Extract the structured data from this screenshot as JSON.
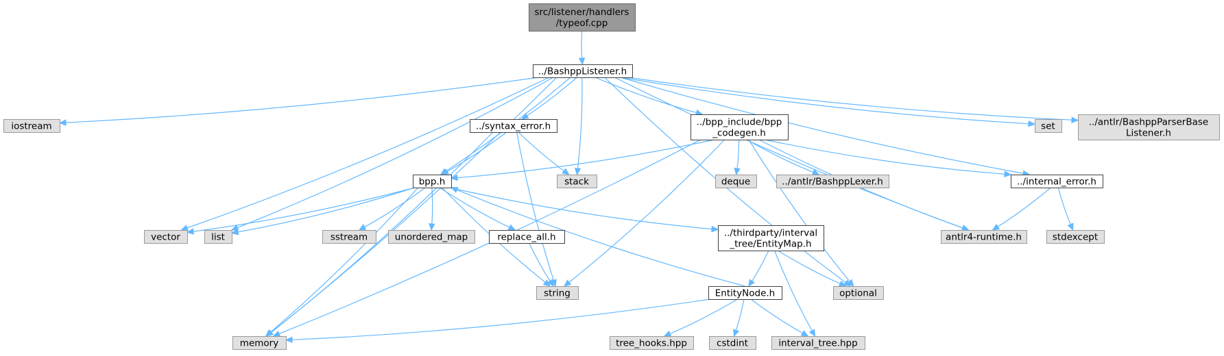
{
  "colors": {
    "edge": "#63b8ff",
    "root_fill": "#999999",
    "root_stroke": "#666666",
    "doc_fill": "#ffffff",
    "doc_stroke": "#404040",
    "ext_fill": "#e0e0e0",
    "ext_stroke": "#999999"
  },
  "nodes": [
    {
      "id": "typeof",
      "lines": [
        "src/listener/handlers",
        "/typeof.cpp"
      ],
      "kind": "root"
    },
    {
      "id": "listener",
      "lines": [
        "../BashppListener.h"
      ],
      "kind": "doc"
    },
    {
      "id": "iostream",
      "lines": [
        "iostream"
      ],
      "kind": "ext"
    },
    {
      "id": "syntax_error",
      "lines": [
        "../syntax_error.h"
      ],
      "kind": "doc"
    },
    {
      "id": "codegen",
      "lines": [
        "../bpp_include/bpp",
        "_codegen.h"
      ],
      "kind": "doc"
    },
    {
      "id": "set",
      "lines": [
        "set"
      ],
      "kind": "ext"
    },
    {
      "id": "parserbase",
      "lines": [
        "../antlr/BashppParserBase",
        "Listener.h"
      ],
      "kind": "ext"
    },
    {
      "id": "bpp",
      "lines": [
        "bpp.h"
      ],
      "kind": "doc"
    },
    {
      "id": "stack",
      "lines": [
        "stack"
      ],
      "kind": "ext"
    },
    {
      "id": "deque",
      "lines": [
        "deque"
      ],
      "kind": "ext"
    },
    {
      "id": "lexer",
      "lines": [
        "../antlr/BashppLexer.h"
      ],
      "kind": "ext"
    },
    {
      "id": "internal_error",
      "lines": [
        "../internal_error.h"
      ],
      "kind": "doc"
    },
    {
      "id": "vector",
      "lines": [
        "vector"
      ],
      "kind": "ext"
    },
    {
      "id": "list",
      "lines": [
        "list"
      ],
      "kind": "ext"
    },
    {
      "id": "sstream",
      "lines": [
        "sstream"
      ],
      "kind": "ext"
    },
    {
      "id": "unordered_map",
      "lines": [
        "unordered_map"
      ],
      "kind": "ext"
    },
    {
      "id": "replace_all",
      "lines": [
        "replace_all.h"
      ],
      "kind": "doc"
    },
    {
      "id": "entitymap",
      "lines": [
        "../thirdparty/interval",
        "_tree/EntityMap.h"
      ],
      "kind": "doc"
    },
    {
      "id": "antlr4",
      "lines": [
        "antlr4-runtime.h"
      ],
      "kind": "ext"
    },
    {
      "id": "stdexcept",
      "lines": [
        "stdexcept"
      ],
      "kind": "ext"
    },
    {
      "id": "string",
      "lines": [
        "string"
      ],
      "kind": "ext"
    },
    {
      "id": "optional",
      "lines": [
        "optional"
      ],
      "kind": "ext"
    },
    {
      "id": "entitynode",
      "lines": [
        "EntityNode.h"
      ],
      "kind": "doc"
    },
    {
      "id": "memory",
      "lines": [
        "memory"
      ],
      "kind": "ext"
    },
    {
      "id": "tree_hooks",
      "lines": [
        "tree_hooks.hpp"
      ],
      "kind": "ext"
    },
    {
      "id": "cstdint",
      "lines": [
        "cstdint"
      ],
      "kind": "ext"
    },
    {
      "id": "interval_tree",
      "lines": [
        "interval_tree.hpp"
      ],
      "kind": "ext"
    }
  ],
  "edges": [
    [
      "typeof",
      "listener"
    ],
    [
      "listener",
      "iostream"
    ],
    [
      "listener",
      "memory"
    ],
    [
      "listener",
      "vector"
    ],
    [
      "listener",
      "list"
    ],
    [
      "listener",
      "bpp"
    ],
    [
      "listener",
      "syntax_error"
    ],
    [
      "listener",
      "stack"
    ],
    [
      "listener",
      "optional"
    ],
    [
      "listener",
      "codegen"
    ],
    [
      "listener",
      "antlr4"
    ],
    [
      "listener",
      "internal_error"
    ],
    [
      "listener",
      "set"
    ],
    [
      "listener",
      "parserbase"
    ],
    [
      "syntax_error",
      "memory"
    ],
    [
      "syntax_error",
      "bpp"
    ],
    [
      "syntax_error",
      "stack"
    ],
    [
      "syntax_error",
      "string"
    ],
    [
      "codegen",
      "bpp"
    ],
    [
      "codegen",
      "string"
    ],
    [
      "codegen",
      "memory"
    ],
    [
      "codegen",
      "deque"
    ],
    [
      "codegen",
      "lexer"
    ],
    [
      "codegen",
      "optional"
    ],
    [
      "codegen",
      "antlr4"
    ],
    [
      "codegen",
      "internal_error"
    ],
    [
      "internal_error",
      "antlr4"
    ],
    [
      "internal_error",
      "stdexcept"
    ],
    [
      "bpp",
      "vector"
    ],
    [
      "bpp",
      "list"
    ],
    [
      "bpp",
      "memory"
    ],
    [
      "bpp",
      "string"
    ],
    [
      "bpp",
      "sstream"
    ],
    [
      "bpp",
      "unordered_map"
    ],
    [
      "bpp",
      "replace_all"
    ],
    [
      "bpp",
      "entitymap"
    ],
    [
      "replace_all",
      "string"
    ],
    [
      "entitymap",
      "entitynode"
    ],
    [
      "entitymap",
      "interval_tree"
    ],
    [
      "entitymap",
      "optional"
    ],
    [
      "entitynode",
      "bpp"
    ],
    [
      "entitynode",
      "memory"
    ],
    [
      "entitynode",
      "tree_hooks"
    ],
    [
      "entitynode",
      "cstdint"
    ],
    [
      "entitynode",
      "interval_tree"
    ]
  ]
}
